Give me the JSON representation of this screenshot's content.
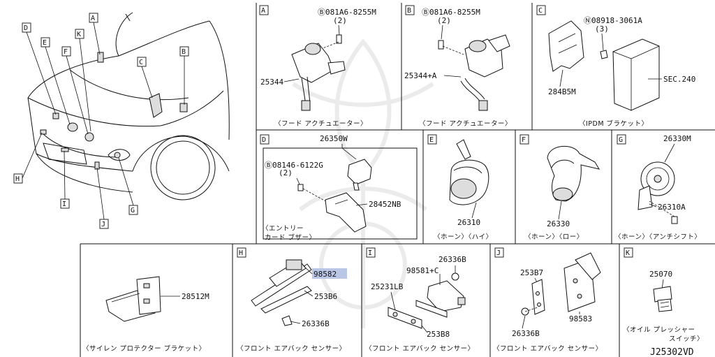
{
  "diagram_id": "J25302VD",
  "car_labels": [
    "A",
    "B",
    "C",
    "D",
    "E",
    "F",
    "G",
    "H",
    "I",
    "J",
    "K"
  ],
  "panels": {
    "A": {
      "letter": "A",
      "bolt": "Ⓑ081A6-8255M",
      "qty": "(2)",
      "part": "25344",
      "caption": "〈フード アクチュエーター〉"
    },
    "B": {
      "letter": "B",
      "bolt": "Ⓑ081A6-8255M",
      "qty": "(2)",
      "part": "25344+A",
      "caption": "〈フード アクチュエーター〉"
    },
    "C": {
      "letter": "C",
      "bolt": "Ⓝ08918-3061A",
      "qty": "(3)",
      "part1": "284B5M",
      "part2": "SEC.240",
      "caption": "〈IPDM ブラケット〉"
    },
    "D": {
      "letter": "D",
      "part1": "26350W",
      "bolt": "Ⓑ08146-6122G",
      "qty": "(2)",
      "part2": "28452NB",
      "caption1": "〈エントリー",
      "caption2": "カード ブザー〉"
    },
    "E": {
      "letter": "E",
      "part": "26310",
      "caption": "〈ホーン〉〈ハイ〉"
    },
    "F": {
      "letter": "F",
      "part": "26330",
      "caption": "〈ホーン〉〈ロー〉"
    },
    "G": {
      "letter": "G",
      "part1": "26330M",
      "part2": "26310A",
      "caption": "〈ホーン〉〈アンチシフト〉"
    },
    "siren": {
      "part": "28512M",
      "caption": "〈サイレン プロテクター ブラケット〉"
    },
    "H": {
      "letter": "H",
      "part1": "98582",
      "part2": "253B6",
      "part3": "26336B",
      "caption": "〈フロント エアバック センサー〉"
    },
    "I": {
      "letter": "I",
      "part1": "98581+C",
      "part2": "26336B",
      "part3": "25231LB",
      "part4": "253B8",
      "caption": "〈フロント エアバック センサー〉"
    },
    "J": {
      "letter": "J",
      "part1": "253B7",
      "part2": "26336B",
      "part3": "98583",
      "caption": "〈フロント エアバック センサー〉"
    },
    "K": {
      "letter": "K",
      "part": "25070",
      "caption1": "〈オイル プレッシャー",
      "caption2": "スイッチ〉"
    }
  }
}
